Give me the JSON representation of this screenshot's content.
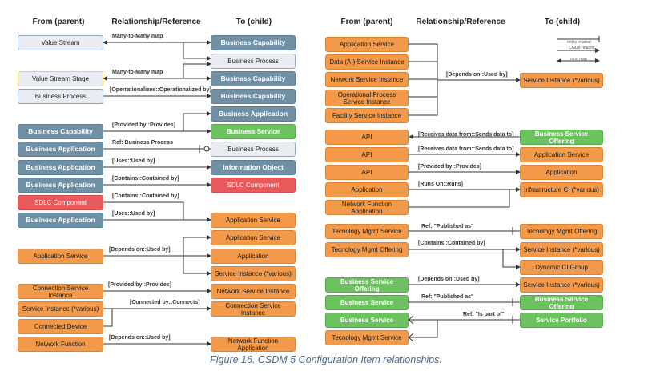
{
  "headers": {
    "left": {
      "from": "From (parent)",
      "rel": "Relationship/Reference",
      "to": "To (child)"
    },
    "right": {
      "from": "From (parent)",
      "rel": "Relationship/Reference",
      "to": "To (child)"
    }
  },
  "left": {
    "value_stream": "Value Stream",
    "bc1": "Business Capability",
    "bp_top": "Business Process",
    "many_map_1": "Many-to-Many map",
    "vss": "Value Stream Stage",
    "bc2": "Business Capability",
    "many_map_2": "Many-to-Many map",
    "bp_from": "Business Process",
    "bc3": "Business Capability",
    "rel_operationalizes": "[Operrationalizes::Operationalized by]",
    "bc_from": "Business Capability",
    "ba_to_top": "Business Application",
    "bs_to": "Business Service",
    "rel_provided_by": "[Provided by::Provides]",
    "ba_from1": "Business Application",
    "bp_to": "Business Process",
    "rel_ref_bp": "Ref: Business Process",
    "ba_from2": "Business Application",
    "info_obj": "Information Object",
    "rel_uses1": "[Uses::Used by]",
    "ba_from3": "Business Application",
    "sdlc_to": "SDLC Component",
    "rel_contains1": "[Contains::Contained by]",
    "sdlc_from": "SDLC Component",
    "rel_contains2": "[Contains::Contained by]",
    "ba_from4": "Business Application",
    "rel_uses2": "[Uses::Used by]",
    "as_to1": "Application Service",
    "as_to2": "Application Service",
    "app_to": "Application",
    "si_to": "Service Instance (*various)",
    "as_from": "Application Service",
    "rel_depends1": "[Depends on::Used by]",
    "csi_from": "Connection Service Instance",
    "nsi_to": "Network Service Instance",
    "rel_provided2": "[Provided by::Provides]",
    "si_from": "Service Instance (*various)",
    "csi_to": "Connection Service Instance",
    "rel_connected": "[Connected by::Connects]",
    "cd_from": "Connected Device",
    "nf_from": "Network Function",
    "nfa_to": "Network Function Application",
    "rel_depends2": "[Depends on::Used by]"
  },
  "right": {
    "legend_entity": "entity relation",
    "legend_cmdb": "CMDB relation",
    "legend_mm": "m:m map",
    "app_svc": "Application Service",
    "data_ai": "Data (AI) Service Instance",
    "net_svc": "Network Service Instance",
    "op_proc": "Operational Process Service Instance",
    "facility": "Facility Service Instance",
    "rel_depends_top": "[Depends on::Used by]",
    "si_to_top": "Service Instance (*various)",
    "api1": "API",
    "rel_receives1": "[Receives data from::Sends data to]",
    "bso_to": "Business Service Offering",
    "api2": "API",
    "rel_receives2": "[Receives data from::Sends data to]",
    "as_to": "Application Service",
    "api3": "API",
    "rel_provided": "[Provided by::Provides]",
    "app_to": "Application",
    "app_from": "Application",
    "rel_runs": "[Runs On::Runs]",
    "infra_ci": "Infrastructure CI (*various)",
    "nfa_from": "Network Function Application",
    "tms_from": "Tecnology Mgmt Service",
    "rel_published1": "Ref: \"Published as\"",
    "tmo_to": "Tecnology Mgmt Offering",
    "tmo_from": "Tecnology Mgmt Offering",
    "rel_contains": "[Contains::Contained by]",
    "si_to_mid": "Service Instance (*various)",
    "dci_group": "Dynamic CI Group",
    "bso_from": "Business Service Offering",
    "rel_depends2": "[Depends on::Used by]",
    "si_to_low": "Service Instance (*various)",
    "bs_from1": "Business Service",
    "rel_published2": "Ref: \"Published as\"",
    "bso_to2": "Business Service Offering",
    "bs_from2": "Business Service",
    "rel_part_of": "Ref: \"Is part of\"",
    "svc_portfolio": "Service Portfolio",
    "tms_from2": "Tecnology Mgmt Service"
  },
  "caption": "Figure 16. CSDM 5 Configuration Item relationships.",
  "colors": {
    "blue": "#7090a6",
    "gray": "#e9edf3",
    "orange": "#f2994a",
    "green": "#6cc25e",
    "red": "#e8595c",
    "caption": "#44688e"
  }
}
